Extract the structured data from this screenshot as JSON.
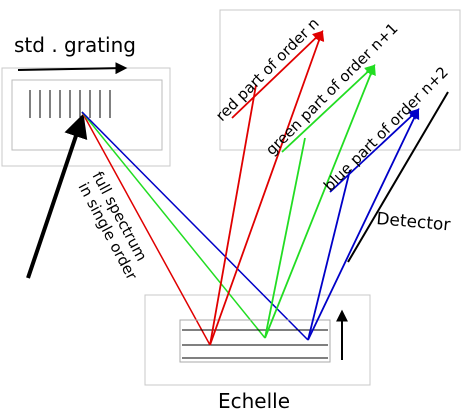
{
  "labels": {
    "grating": "std . grating",
    "spectrum_line1": "full spectrum",
    "spectrum_line2": "in single order",
    "red_order": "red part of order n",
    "green_order": "green part of order n+1",
    "blue_order": "blue part of order n+2",
    "detector": "Detector",
    "echelle": "Echelle"
  },
  "colors": {
    "red": "#e00000",
    "green": "#22dd22",
    "blue": "#0000c8",
    "black": "#000000",
    "faint": "#c8c8c8"
  }
}
